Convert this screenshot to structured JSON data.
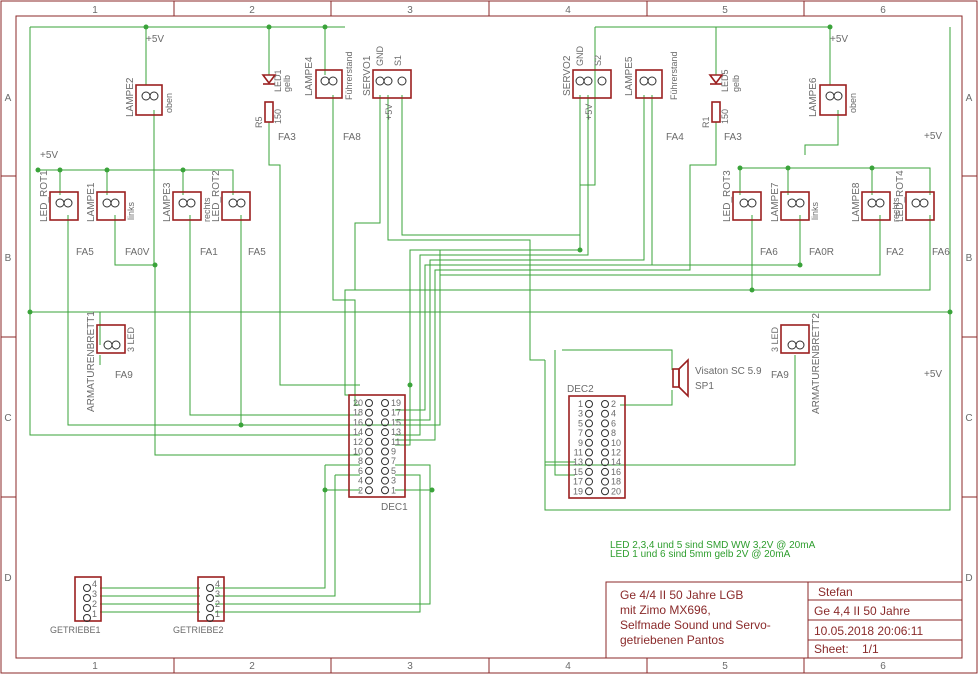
{
  "frame": {
    "columns": [
      "1",
      "2",
      "3",
      "4",
      "5",
      "6"
    ],
    "rows": [
      "A",
      "B",
      "C",
      "D"
    ]
  },
  "components": {
    "lampe2": {
      "name": "LAMPE2",
      "note": "oben",
      "supply": "+5V"
    },
    "led1": {
      "name": "LED1",
      "note": "gelb"
    },
    "r5": {
      "name": "R5",
      "value": "150",
      "net": "FA3"
    },
    "lampe4": {
      "name": "LAMPE4",
      "note": "Führerstand",
      "net": "FA8"
    },
    "servo1": {
      "name": "SERVO1",
      "pin": "GND",
      "supply": "+5V"
    },
    "s1": {
      "name": "S1"
    },
    "servo2": {
      "name": "SERVO2",
      "pin": "GND",
      "supply": "+5V"
    },
    "s2": {
      "name": "S2"
    },
    "lampe5": {
      "name": "LAMPE5",
      "note": "Führerstand",
      "net": "FA4"
    },
    "led5": {
      "name": "LED5",
      "note": "gelb"
    },
    "r1": {
      "name": "R1",
      "value": "150",
      "net": "FA3"
    },
    "lampe6": {
      "name": "LAMPE6",
      "note": "oben",
      "supply": "+5V"
    },
    "led_rot1": {
      "name": "LED_ROT1",
      "net": "FA5"
    },
    "lampe1": {
      "name": "LAMPE1",
      "note": "links",
      "net": "FA0V"
    },
    "lampe3": {
      "name": "LAMPE3",
      "note": "rechts",
      "net": "FA1"
    },
    "led_rot2": {
      "name": "LED_ROT2",
      "net": "FA5"
    },
    "led_rot3": {
      "name": "LED_ROT3",
      "net": "FA6"
    },
    "lampe7": {
      "name": "LAMPE7",
      "note": "links",
      "net": "FA0R"
    },
    "lampe8": {
      "name": "LAMPE8",
      "note": "rechts",
      "net": "FA2"
    },
    "led_rot4": {
      "name": "LED_ROT4",
      "net": "FA6"
    },
    "arm1": {
      "name": "ARMATURENBRETT1",
      "note": "3 LED",
      "net": "FA9"
    },
    "arm2": {
      "name": "ARMATURENBRETT2",
      "note": "3 LED",
      "net": "FA9"
    },
    "speaker": {
      "name": "SP1",
      "note": "Visaton SC 5.9"
    },
    "dec1": {
      "name": "DEC1",
      "left_pins": [
        "20",
        "18",
        "16",
        "14",
        "12",
        "10",
        "8",
        "6",
        "4",
        "2"
      ],
      "right_pins": [
        "19",
        "17",
        "15",
        "13",
        "11",
        "9",
        "7",
        "5",
        "3",
        "1"
      ]
    },
    "dec2": {
      "name": "DEC2",
      "left_pins": [
        "1",
        "3",
        "5",
        "7",
        "9",
        "11",
        "13",
        "15",
        "17",
        "19"
      ],
      "right_pins": [
        "2",
        "4",
        "6",
        "8",
        "10",
        "12",
        "14",
        "16",
        "18",
        "20"
      ]
    },
    "getriebe1": {
      "name": "GETRIEBE1",
      "pins": [
        "4",
        "3",
        "2",
        "1"
      ]
    },
    "getriebe2": {
      "name": "GETRIEBE2",
      "pins": [
        "4",
        "3",
        "2",
        "1"
      ]
    }
  },
  "nets": {
    "plus5v_left": "+5V",
    "plus5v_right": "+5V",
    "plus5v_right2": "+5V"
  },
  "notes": {
    "line1": "LED 2,3,4 und 5 sind SMD WW 3,2V @ 20mA",
    "line2": "LED 1 und 6 sind 5mm gelb 2V @ 20mA"
  },
  "title_block": {
    "title_lines": [
      "Ge 4/4 II 50 Jahre LGB",
      "mit Zimo MX696,",
      "Selfmade Sound und Servo-",
      "getriebenen Pantos"
    ],
    "author": "Stefan",
    "project": "Ge 4,4 II 50 Jahre",
    "date": "10.05.2018 20:06:11",
    "sheet_label": "Sheet:",
    "sheet_value": "1/1"
  }
}
